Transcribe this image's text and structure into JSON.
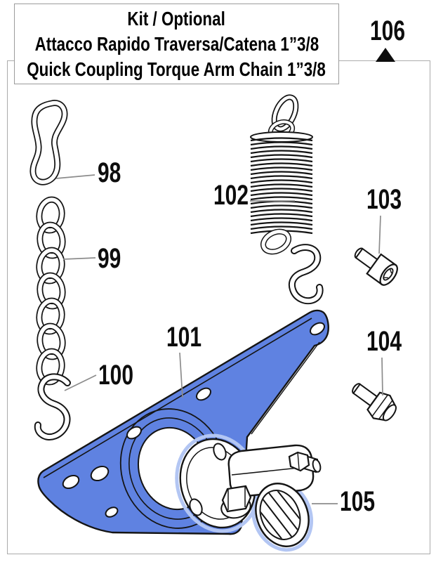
{
  "title_box": {
    "line1": "Kit / Optional",
    "line2": "Attacco Rapido Traversa/Catena 1”3/8",
    "line3": "Quick Coupling Torque Arm Chain 1”3/8"
  },
  "kit_ref": "106",
  "parts": [
    {
      "ref": "98"
    },
    {
      "ref": "99"
    },
    {
      "ref": "100"
    },
    {
      "ref": "101"
    },
    {
      "ref": "102"
    },
    {
      "ref": "103"
    },
    {
      "ref": "104"
    },
    {
      "ref": "105"
    }
  ],
  "colors": {
    "highlight_blue": "#5f82e1",
    "leader_gray": "#8c8c8c",
    "outline_black": "#141414",
    "box_border_gray": "#ababab"
  }
}
